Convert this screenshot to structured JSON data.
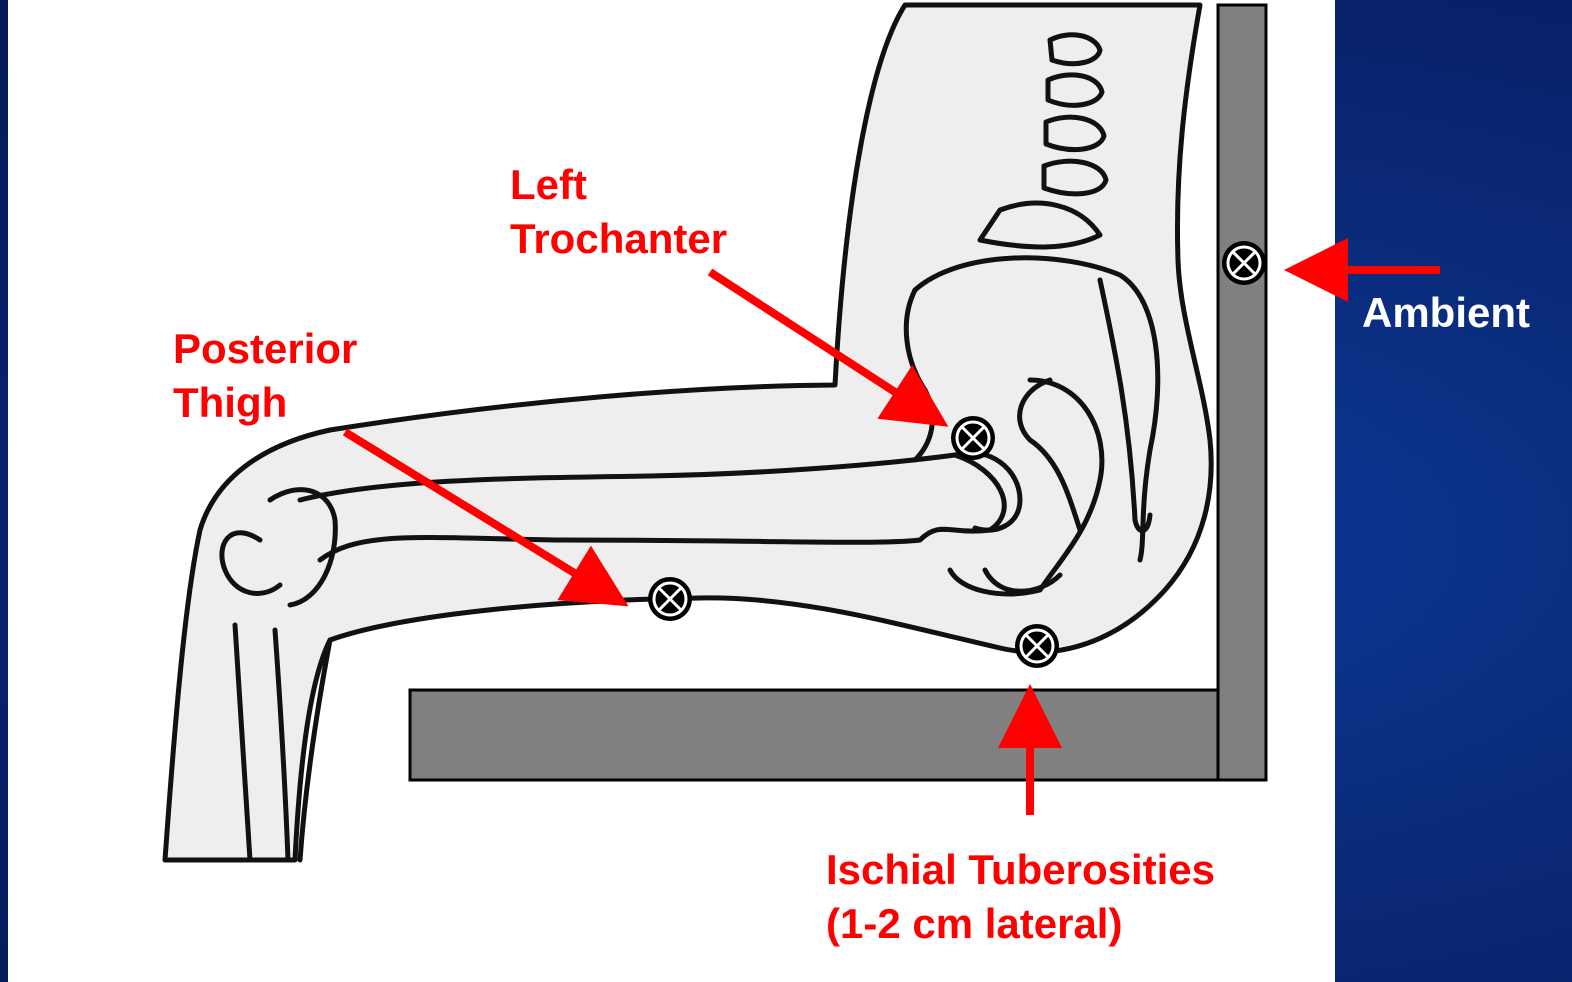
{
  "labels": {
    "left_trochanter_line1": "Left",
    "left_trochanter_line2": "Trochanter",
    "posterior_thigh_line1": "Posterior",
    "posterior_thigh_line2": "Thigh",
    "ambient": "Ambient",
    "ischial_line1": "Ischial Tuberosities",
    "ischial_line2": "(1-2 cm lateral)"
  },
  "colors": {
    "label_red": "#ff0000",
    "background_blue": "#0a2a78",
    "chair_gray": "#808080",
    "skin_fill": "#eeeeee",
    "outline": "#111111"
  },
  "icons": {
    "sensor_marker": "circled-x-icon"
  }
}
